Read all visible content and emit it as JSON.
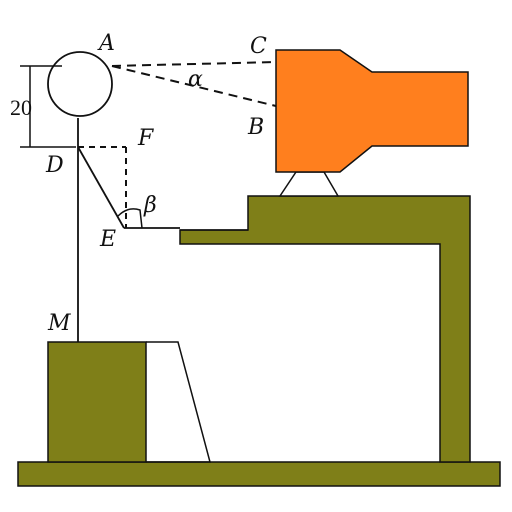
{
  "labels": {
    "A": "A",
    "B": "B",
    "C": "C",
    "D": "D",
    "E": "E",
    "F": "F",
    "M": "M",
    "alpha": "α",
    "beta": "β"
  },
  "dimension_20": "20",
  "colors": {
    "monitor": "#ff7f1e",
    "desk": "#7f7f18",
    "line": "#111111"
  }
}
